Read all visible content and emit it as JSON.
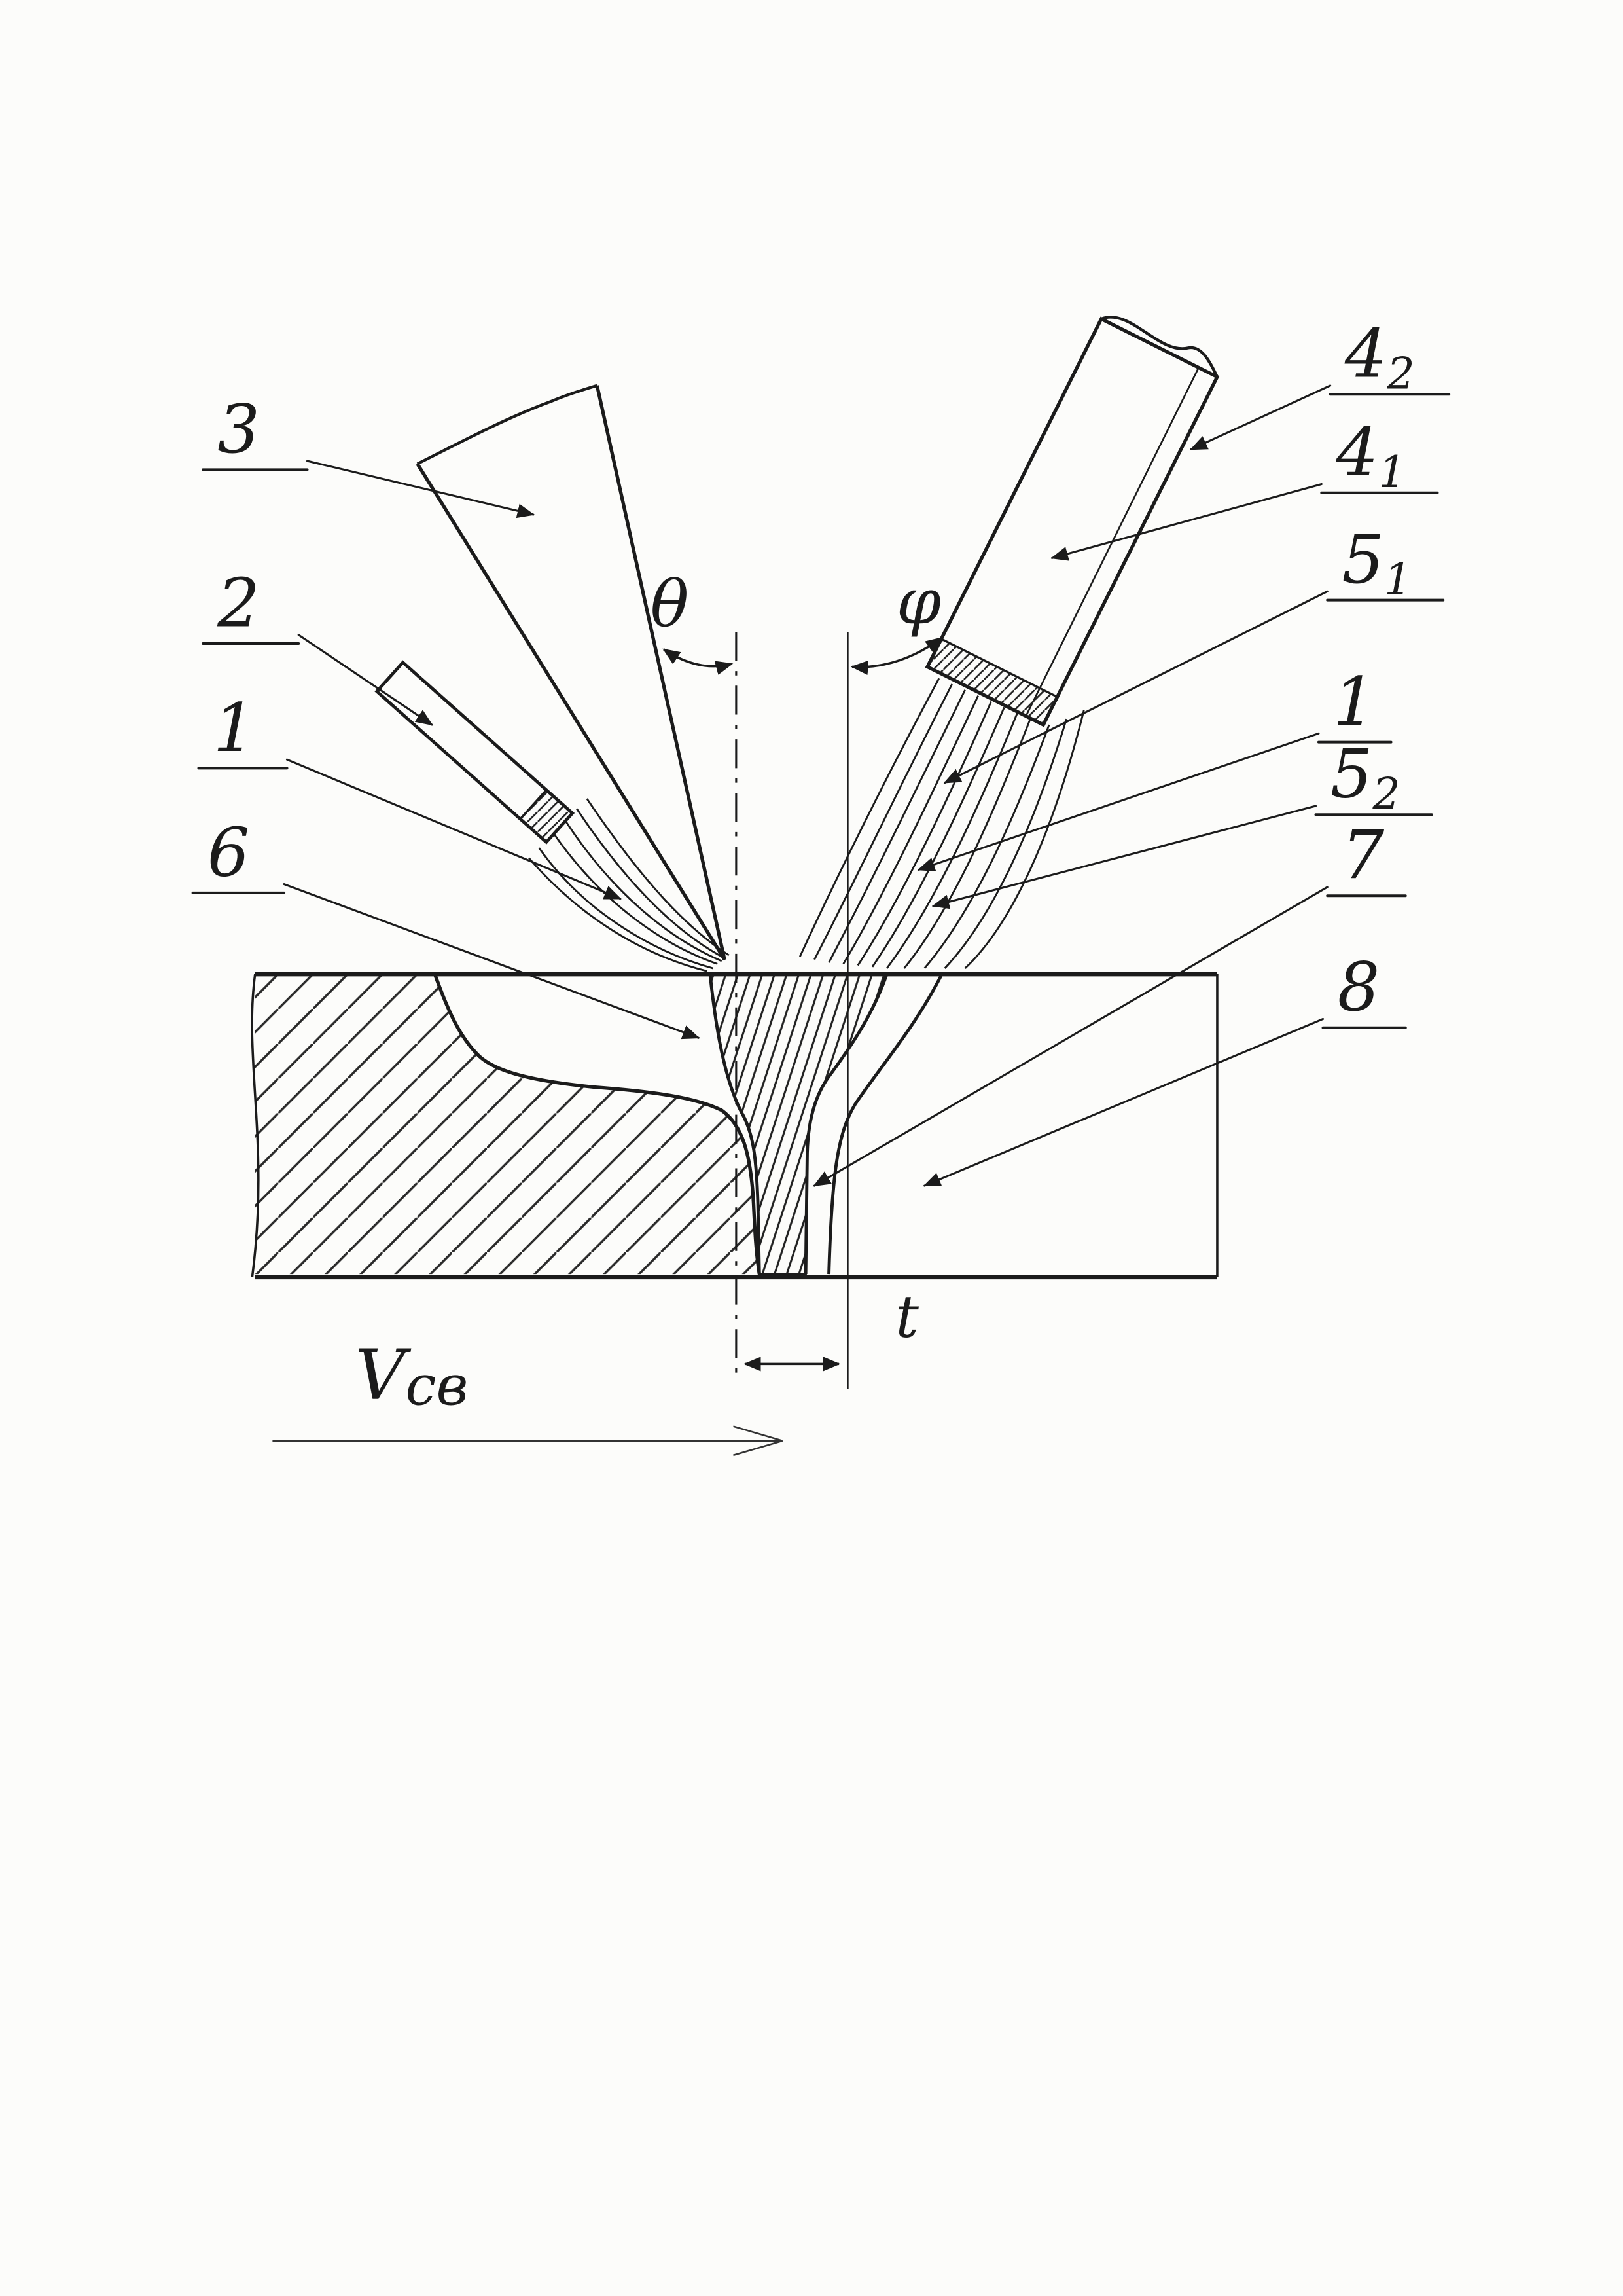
{
  "figure": {
    "callouts": {
      "c3": "3",
      "c2": "2",
      "c1_left": "1",
      "c6": "6",
      "c42_base": "4",
      "c42_sub": "2",
      "c41_base": "4",
      "c41_sub": "1",
      "c51_base": "5",
      "c51_sub": "1",
      "c1_right": "1",
      "c52_base": "5",
      "c52_sub": "2",
      "c7": "7",
      "c8": "8"
    },
    "symbols": {
      "theta": "θ",
      "phi": "φ",
      "t": "t",
      "v_main": "V",
      "v_sub": "св"
    }
  }
}
